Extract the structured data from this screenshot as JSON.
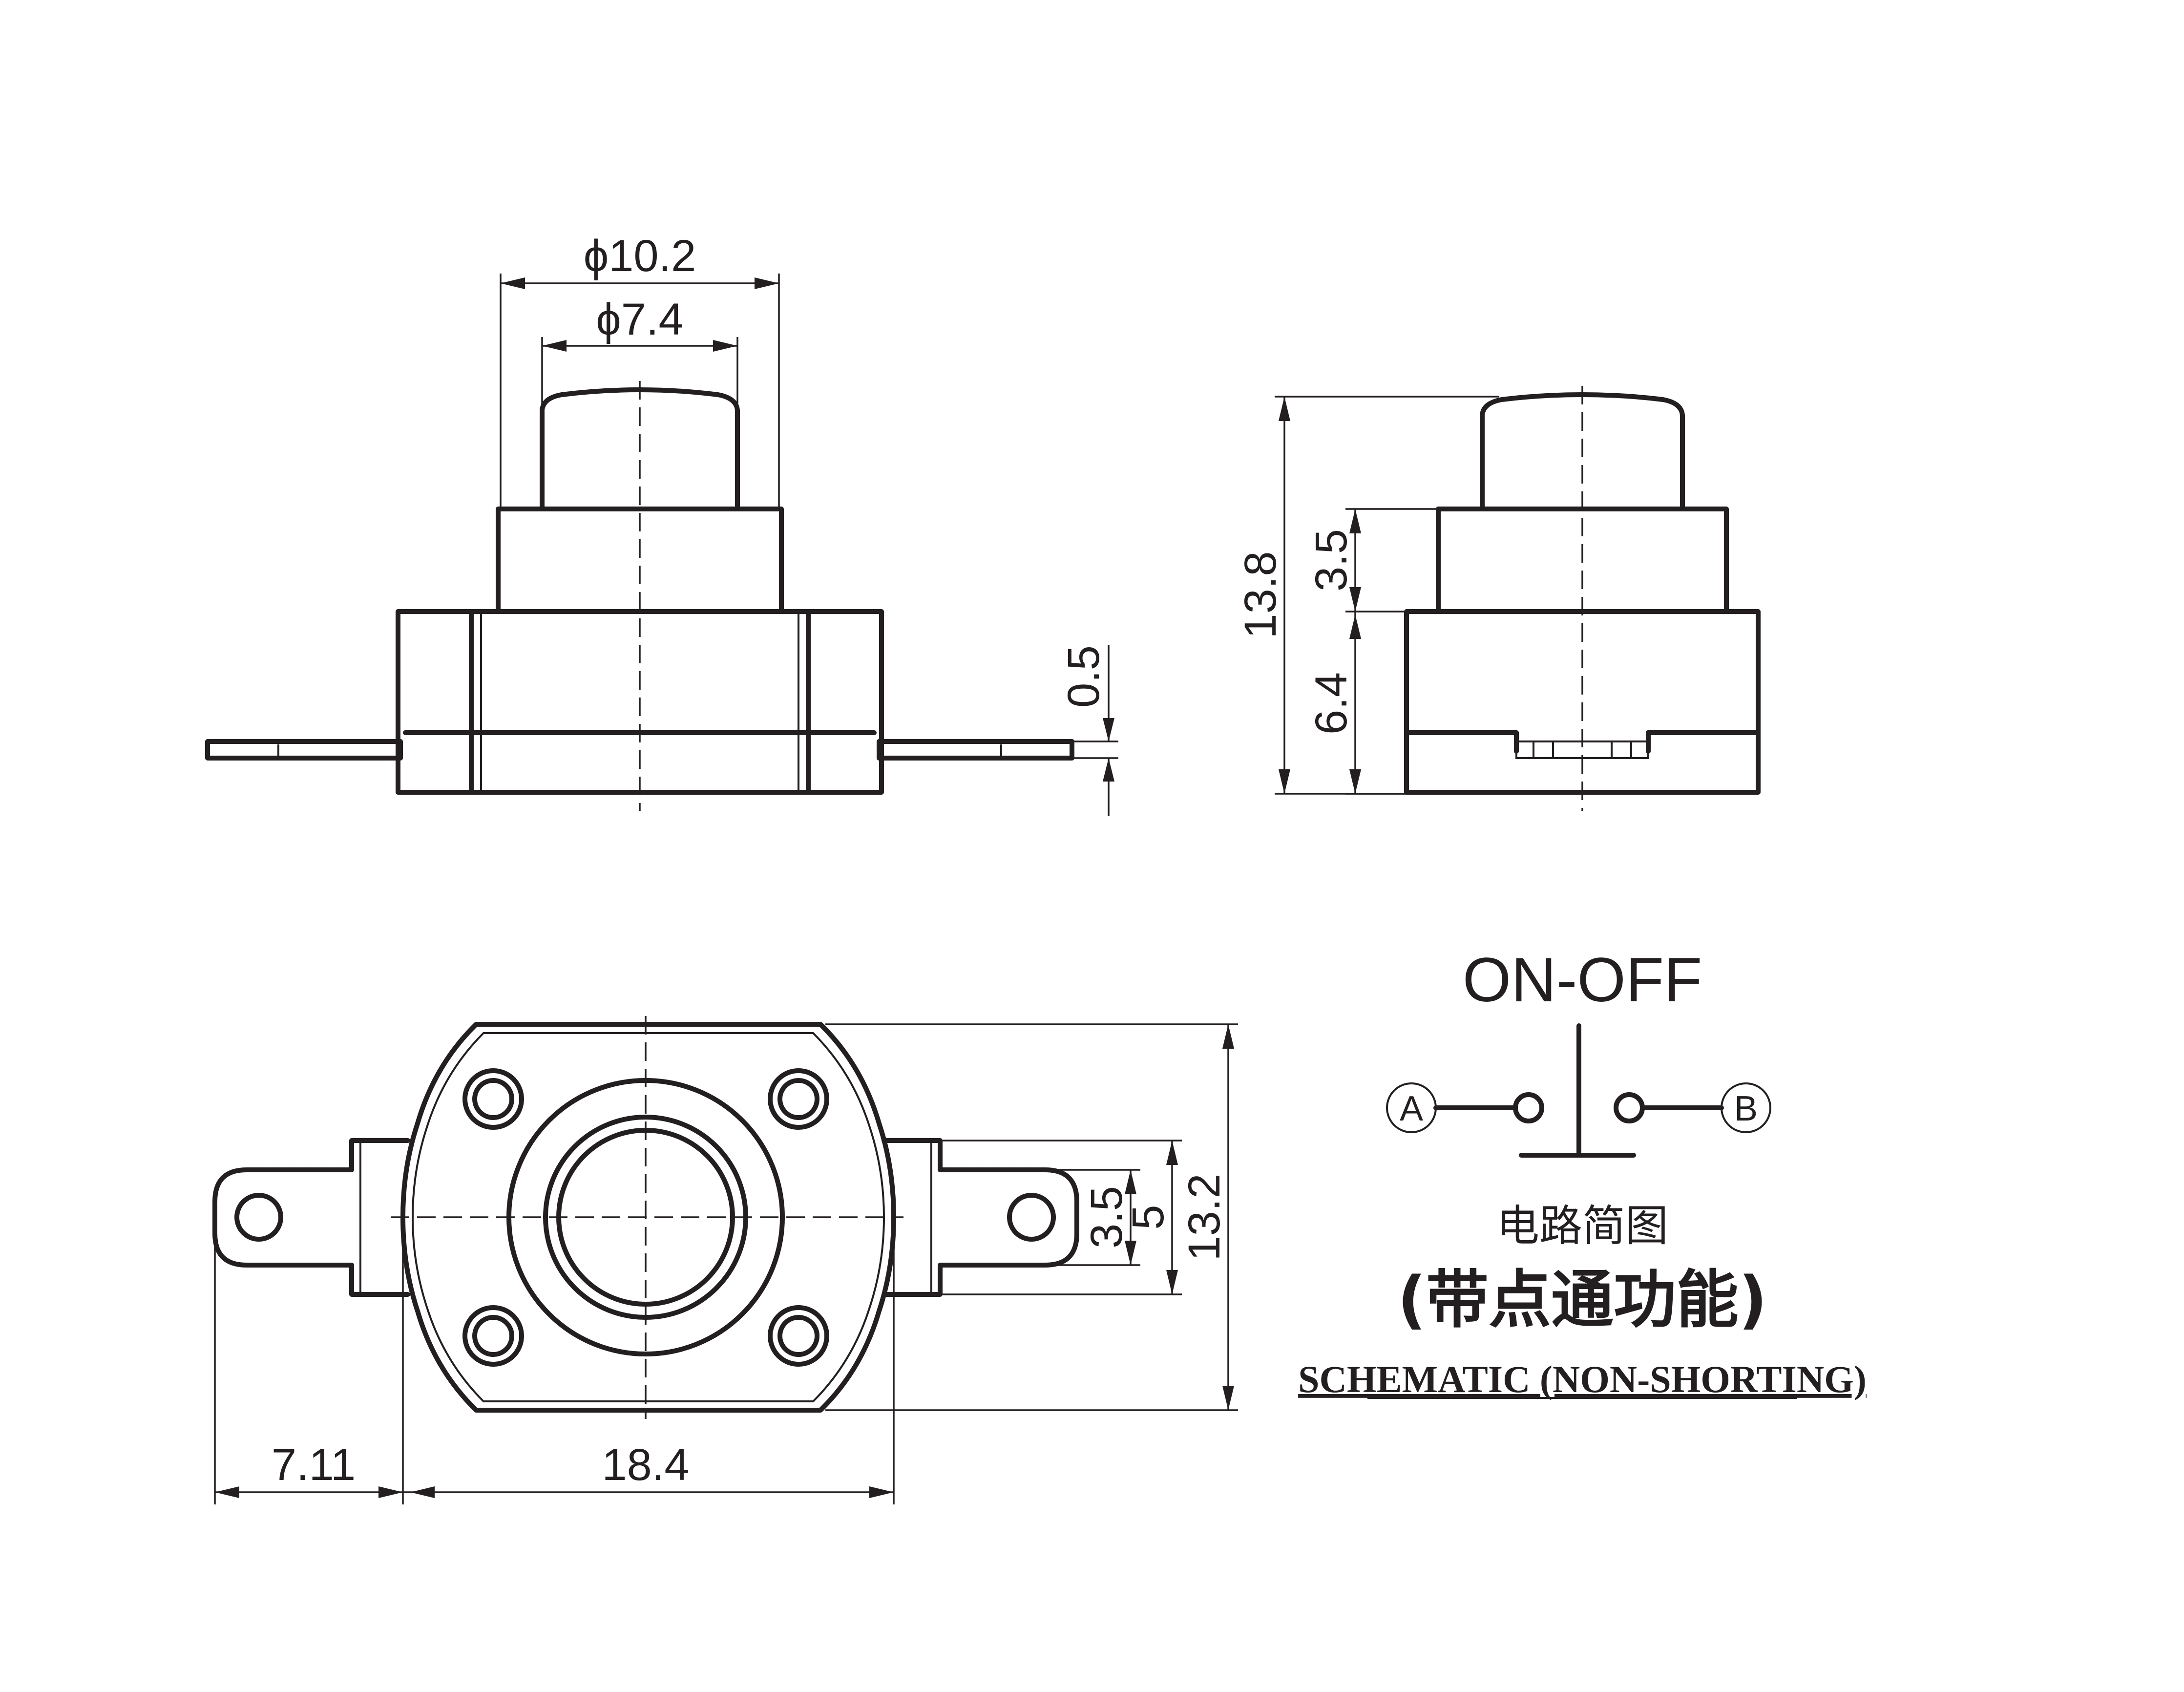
{
  "front_view": {
    "dim_outer_diameter": "ϕ10.2",
    "dim_inner_diameter": "ϕ7.4",
    "dim_terminal_thickness": "0.5"
  },
  "side_view": {
    "dim_total_height": "13.8",
    "dim_upper_height": "3.5",
    "dim_base_height": "6.4"
  },
  "top_view": {
    "dim_tab_length": "7.11",
    "dim_body_width": "18.4",
    "dim_slot_width": "3.5",
    "dim_tab_width": "5",
    "dim_body_height": "13.2"
  },
  "schematic": {
    "mode_title": "ON-OFF",
    "terminal_a": "A",
    "terminal_b": "B",
    "caption_cn": "电路简图",
    "caption_cn_sub": "(带点通功能)",
    "caption_en": "SCHEMATIC (NON-SHORTING)"
  },
  "colors": {
    "line": "#231f20",
    "background": "#ffffff"
  }
}
